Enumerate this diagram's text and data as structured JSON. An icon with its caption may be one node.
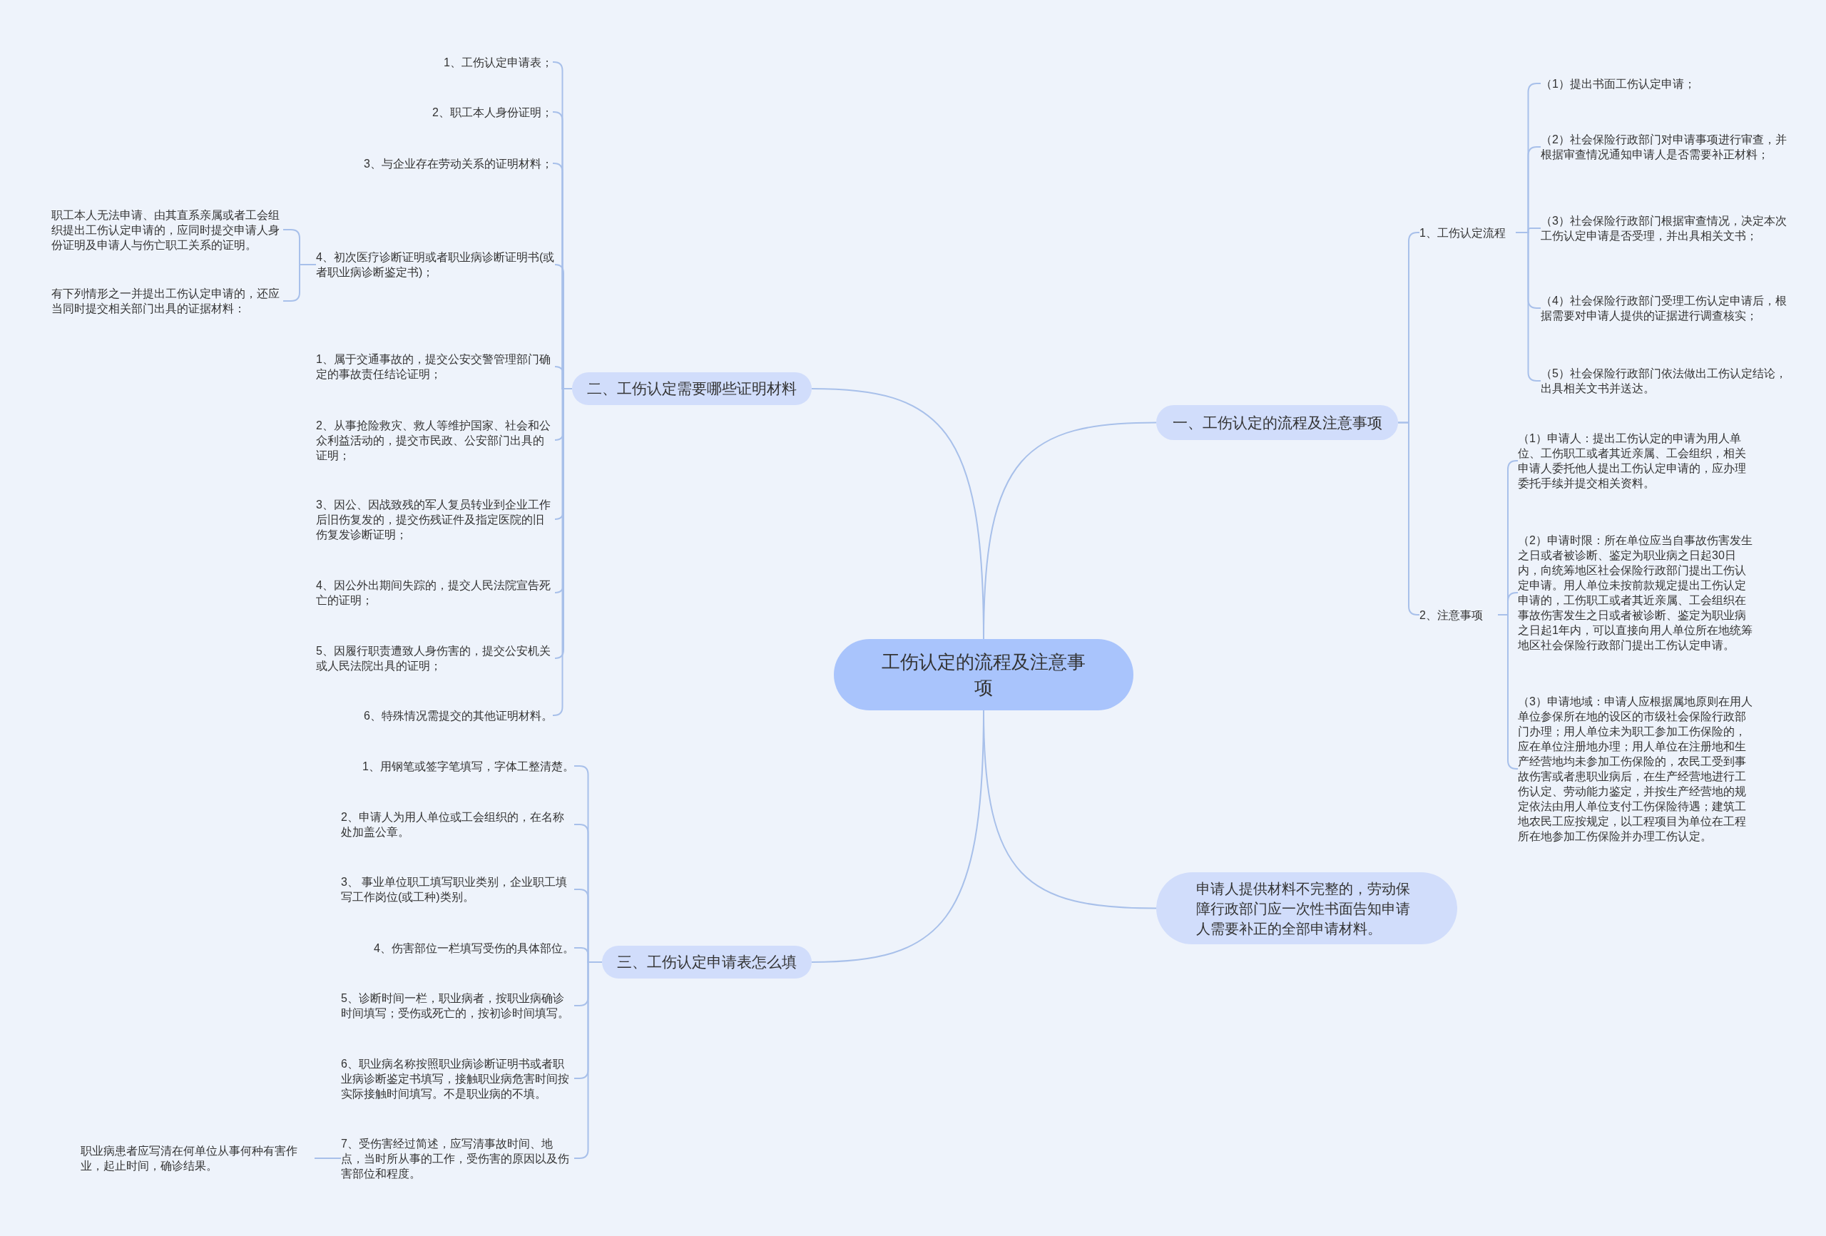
{
  "diagram": {
    "nodes": [
      {
        "text": [
          "工伤认定的流程及注意事项"
        ]
      },
      {
        "text": [
          "一、工伤认定的流程及注意事项"
        ]
      },
      {
        "text": [
          "1、工伤认定流程"
        ]
      },
      {
        "text": [
          "（1）提出书面工伤认定申请；"
        ]
      },
      {
        "text": [
          "（2）社会保险行政部门对申请事项进行审查，并根据审查情况通知申请人是否需要补正材料；"
        ]
      },
      {
        "text": [
          "（3）社会保险行政部门根据审查情况，决定本次工伤认定申请是否受理，并出具相关文书；"
        ]
      },
      {
        "text": [
          "（4）社会保险行政部门受理工伤认定申请后，根据需要对申请人提供的证据进行调查核实；"
        ]
      },
      {
        "text": [
          "（5）社会保险行政部门依法做出工伤认定结论，出具相关文书并送达。"
        ]
      },
      {
        "text": [
          "2、注意事项"
        ]
      },
      {
        "text": [
          "（1）申请人：提出工伤认定的申请为用人单位、工伤职工或者其近亲属、工会组织，相关申请人委托他人提出工伤认定申请的，应办理委托手续并提交相关资料。"
        ]
      },
      {
        "text": [
          "（2）申请时限：所在单位应当自事故伤害发生之日或者被诊断、鉴定为职业病之日起30日内，向统筹地区社会保险行政部门提出工伤认定申请。用人单位未按前款规定提出工伤认定申请的，工伤职工或者其近亲属、工会组织在事故伤害发生之日或者被诊断、鉴定为职业病之日起1年内，可以直接向用人单位所在地统筹地区社会保险行政部门提出工伤认定申请。"
        ]
      },
      {
        "text": [
          "（3）申请地域：申请人应根据属地原则在用人单位参保所在地的设区的市级社会保险行政部门办理；用人单位未为职工参加工伤保险的，应在单位注册地办理；用人单位在注册地和生产经营地均未参加工伤保险的，农民工受到事故伤害或者患职业病后，在生产经营地进行工伤认定、劳动能力鉴定，并按生产经营地的规定依法由用人单位支付工伤保险待遇；建筑工地农民工应按规定，以工程项目为单位在工程所在地参加工伤保险并办理工伤认定。"
        ]
      },
      {
        "text": [
          "申请人提供材料不完整的，劳动保障行政部门应一次性书面告知申请人需要补正的全部申请材料。"
        ]
      },
      {
        "text": [
          "二、工伤认定需要哪些证明材料"
        ]
      },
      {
        "text": [
          "1、工伤认定申请表；"
        ]
      },
      {
        "text": [
          "2、职工本人身份证明；"
        ]
      },
      {
        "text": [
          "3、与企业存在劳动关系的证明材料；"
        ]
      },
      {
        "text": [
          "4、初次医疗诊断证明或者职业病诊断证明书(或者职业病诊断鉴定书)；"
        ]
      },
      {
        "text": [
          "职工本人无法申请、由其直系亲属或者工会组织提出工伤认定申请的，应同时提交申请人身份证明及申请人与伤亡职工关系的证明。"
        ]
      },
      {
        "text": [
          "有下列情形之一并提出工伤认定申请的，还应当同时提交相关部门出具的证据材料："
        ]
      },
      {
        "text": [
          "1、属于交通事故的，提交公安交警管理部门确定的事故责任结论证明；"
        ]
      },
      {
        "text": [
          "2、从事抢险救灾、救人等维护国家、社会和公众利益活动的，提交市民政、公安部门出具的证明；"
        ]
      },
      {
        "text": [
          "3、因公、因战致残的军人复员转业到企业工作后旧伤复发的，提交伤残证件及指定医院的旧伤复发诊断证明；"
        ]
      },
      {
        "text": [
          "4、因公外出期间失踪的，提交人民法院宣告死亡的证明；"
        ]
      },
      {
        "text": [
          "5、因履行职责遭致人身伤害的，提交公安机关或人民法院出具的证明；"
        ]
      },
      {
        "text": [
          "6、特殊情况需提交的其他证明材料。"
        ]
      },
      {
        "text": [
          "三、工伤认定申请表怎么填"
        ]
      },
      {
        "text": [
          "1、用钢笔或签字笔填写，字体工整清楚。"
        ]
      },
      {
        "text": [
          "2、申请人为用人单位或工会组织的，在名称处加盖公章。"
        ]
      },
      {
        "text": [
          "3、 事业单位职工填写职业类别，企业职工填写工作岗位(或工种)类别。"
        ]
      },
      {
        "text": [
          "4、伤害部位一栏填写受伤的具体部位。"
        ]
      },
      {
        "text": [
          "5、诊断时间一栏，职业病者，按职业病确诊时间填写；受伤或死亡的，按初诊时间填写。"
        ]
      },
      {
        "text": [
          "6、职业病名称按照职业病诊断证明书或者职业病诊断鉴定书填写，接触职业病危害时间按实际接触时间填写。不是职业病的不填。"
        ]
      },
      {
        "text": [
          "7、受伤害经过简述，应写清事故时间、地点，当时所从事的工作，受伤害的原因以及伤害部位和程度。"
        ]
      },
      {
        "text": [
          "职业病患者应写清在何单位从事何种有害作业，起止时间，确诊结果。"
        ]
      }
    ],
    "edges": [
      {
        "from": 0,
        "to": 1,
        "arrow": "none"
      },
      {
        "from": 1,
        "to": 2,
        "arrow": "none"
      },
      {
        "from": 2,
        "to": 3,
        "arrow": "none"
      },
      {
        "from": 2,
        "to": 4,
        "arrow": "none"
      },
      {
        "from": 2,
        "to": 5,
        "arrow": "none"
      },
      {
        "from": 2,
        "to": 6,
        "arrow": "none"
      },
      {
        "from": 2,
        "to": 7,
        "arrow": "none"
      },
      {
        "from": 1,
        "to": 8,
        "arrow": "none"
      },
      {
        "from": 8,
        "to": 9,
        "arrow": "none"
      },
      {
        "from": 8,
        "to": 10,
        "arrow": "none"
      },
      {
        "from": 8,
        "to": 11,
        "arrow": "none"
      },
      {
        "from": 0,
        "to": 12,
        "arrow": "none"
      },
      {
        "from": 0,
        "to": 13,
        "arrow": "none"
      },
      {
        "from": 13,
        "to": 14,
        "arrow": "none"
      },
      {
        "from": 13,
        "to": 15,
        "arrow": "none"
      },
      {
        "from": 13,
        "to": 16,
        "arrow": "none"
      },
      {
        "from": 13,
        "to": 17,
        "arrow": "none"
      },
      {
        "from": 17,
        "to": 18,
        "arrow": "none"
      },
      {
        "from": 17,
        "to": 19,
        "arrow": "none"
      },
      {
        "from": 13,
        "to": 20,
        "arrow": "none"
      },
      {
        "from": 13,
        "to": 21,
        "arrow": "none"
      },
      {
        "from": 13,
        "to": 22,
        "arrow": "none"
      },
      {
        "from": 13,
        "to": 23,
        "arrow": "none"
      },
      {
        "from": 13,
        "to": 24,
        "arrow": "none"
      },
      {
        "from": 13,
        "to": 25,
        "arrow": "none"
      },
      {
        "from": 0,
        "to": 26,
        "arrow": "none"
      },
      {
        "from": 26,
        "to": 27,
        "arrow": "none"
      },
      {
        "from": 26,
        "to": 28,
        "arrow": "none"
      },
      {
        "from": 26,
        "to": 29,
        "arrow": "none"
      },
      {
        "from": 26,
        "to": 30,
        "arrow": "none"
      },
      {
        "from": 26,
        "to": 31,
        "arrow": "none"
      },
      {
        "from": 26,
        "to": 32,
        "arrow": "none"
      },
      {
        "from": 26,
        "to": 33,
        "arrow": "none"
      },
      {
        "from": 33,
        "to": 34,
        "arrow": "none"
      }
    ]
  }
}
